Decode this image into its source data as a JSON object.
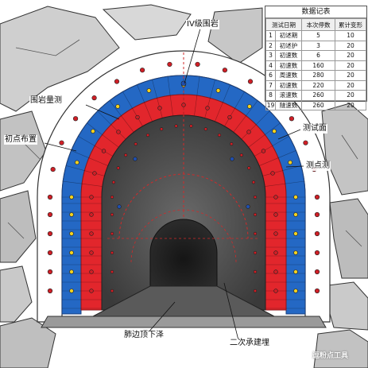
{
  "labels": {
    "rock_grade": "IV级围岩",
    "surrounding_rock_measure": "围岩量测",
    "initial_points": "初点布置",
    "test_face": "测试面",
    "measure_points": "测点测",
    "crown_settlement": "肺边顶下泽",
    "secondary_lining": "二次承建埋"
  },
  "table": {
    "title": "数据记表",
    "headers": [
      "测试日期",
      "本次停数",
      "累计变形"
    ],
    "rows": [
      {
        "no": "1",
        "item": "初述期",
        "current": "5",
        "total": "10"
      },
      {
        "no": "2",
        "item": "初述护",
        "current": "3",
        "total": "20"
      },
      {
        "no": "3",
        "item": "初速数",
        "current": "6",
        "total": "20"
      },
      {
        "no": "4",
        "item": "初速数",
        "current": "160",
        "total": "20"
      },
      {
        "no": "6",
        "item": "周速数",
        "current": "280",
        "total": "20"
      },
      {
        "no": "7",
        "item": "初速数",
        "current": "220",
        "total": "20"
      },
      {
        "no": "8",
        "item": "滚速数",
        "current": "260",
        "total": "20"
      },
      {
        "no": "19",
        "item": "隧速数",
        "current": "260",
        "total": "20"
      }
    ]
  },
  "colors": {
    "shotcrete_red": "#e2262c",
    "support_blue": "#2468c4",
    "lining_white": "#ffffff",
    "rock_gray": "#b9b9b9",
    "tunnel_dark": "#3c3c3c",
    "point_red": "#cf1f26",
    "point_yellow": "#f4d21f",
    "point_blue": "#1f4fb0"
  },
  "watermark": "逗粉点工具"
}
